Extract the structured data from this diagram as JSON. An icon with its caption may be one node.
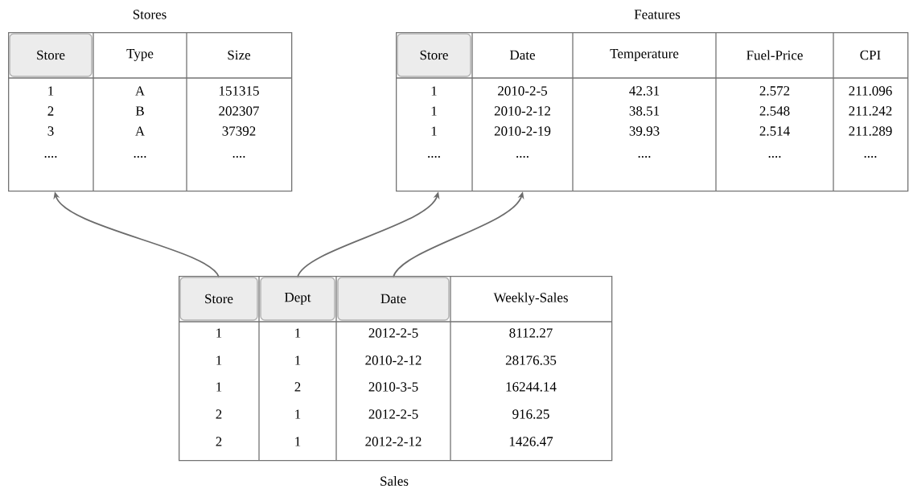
{
  "diagram": {
    "nodes": [
      {
        "text": [
          "Stores"
        ]
      },
      {
        "text": [
          "Store"
        ],
        "in": 0
      },
      {
        "text": [
          "Features"
        ]
      },
      {
        "text": [
          "Store"
        ],
        "in": 2
      },
      {
        "text": [
          "Sales"
        ]
      },
      {
        "text": [
          "Store"
        ],
        "in": 4
      },
      {
        "text": [
          "Dept"
        ],
        "in": 4
      },
      {
        "text": [
          "Date"
        ],
        "in": 4
      }
    ],
    "edges": [
      {
        "from": 5,
        "to": 0,
        "arrow": "to"
      },
      {
        "from": 6,
        "to": 2,
        "arrow": "to"
      },
      {
        "from": 7,
        "to": 2,
        "arrow": "to"
      }
    ],
    "labels": [
      "Type",
      "Size",
      "1",
      "A",
      "151315",
      "2",
      "B",
      "202307",
      "3",
      "A",
      "37392",
      "....",
      "....",
      "....",
      "Date",
      "Temperature",
      "Fuel-Price",
      "CPI",
      "1",
      "2010-2-5",
      "42.31",
      "2.572",
      "211.096",
      "1",
      "2010-2-12",
      "38.51",
      "2.548",
      "211.242",
      "1",
      "2010-2-19",
      "39.93",
      "2.514",
      "211.289",
      "....",
      "....",
      "....",
      "....",
      "....",
      "Weekly-Sales",
      "1",
      "1",
      "2012-2-5",
      "8112.27",
      "1",
      "1",
      "2010-2-12",
      "28176.35",
      "1",
      "2",
      "2010-3-5",
      "16244.14",
      "2",
      "1",
      "2012-2-5",
      "916.25",
      "2",
      "1",
      "2012-2-12",
      "1426.47"
    ]
  }
}
